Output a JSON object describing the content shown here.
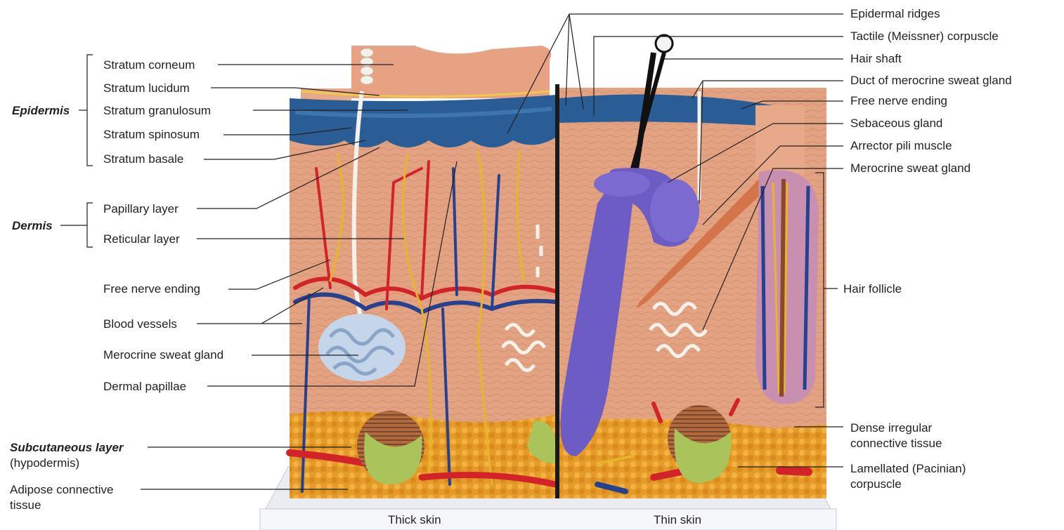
{
  "left_labels": {
    "stratum_corneum": "Stratum corneum",
    "stratum_lucidum": "Stratum lucidum",
    "stratum_granulosum": "Stratum granulosum",
    "stratum_spinosum": "Stratum spinosum",
    "stratum_basale": "Stratum basale",
    "papillary_layer": "Papillary layer",
    "reticular_layer": "Reticular layer",
    "free_nerve_ending": "Free nerve ending",
    "blood_vessels": "Blood vessels",
    "merocrine_sweat_gland": "Merocrine sweat gland",
    "dermal_papillae": "Dermal papillae",
    "subcutaneous_layer": "Subcutaneous layer",
    "hypodermis": "(hypodermis)",
    "adipose_line1": "Adipose connective",
    "adipose_line2": "tissue"
  },
  "group_labels": {
    "epidermis": "Epidermis",
    "dermis": "Dermis"
  },
  "right_labels": {
    "epidermal_ridges": "Epidermal ridges",
    "tactile_corpuscle": "Tactile (Meissner) corpuscle",
    "hair_shaft": "Hair shaft",
    "duct_sweat_gland": "Duct of merocrine sweat gland",
    "free_nerve_ending": "Free nerve ending",
    "sebaceous_gland": "Sebaceous gland",
    "arrector_pili": "Arrector pili muscle",
    "merocrine_sweat_gland": "Merocrine sweat gland",
    "hair_follicle": "Hair follicle",
    "dense_irregular_line1": "Dense irregular",
    "dense_irregular_line2": "connective tissue",
    "lamellated_line1": "Lamellated (Pacinian)",
    "lamellated_line2": "corpuscle"
  },
  "base_labels": {
    "thick_skin": "Thick skin",
    "thin_skin": "Thin skin"
  },
  "colors": {
    "dermis": "#e3a382",
    "epidermis_blue": "#2a5d95",
    "artery_red": "#d3232a",
    "vein_blue": "#26418f",
    "nerve_yellow": "#e8b52a",
    "adipose_orange": "#e69a28",
    "sebaceous_purple": "#6d5cc4",
    "pacinian_green": "#a8c45a",
    "sweat_gland_white": "#e8eef5",
    "leader_line": "#231f20"
  }
}
